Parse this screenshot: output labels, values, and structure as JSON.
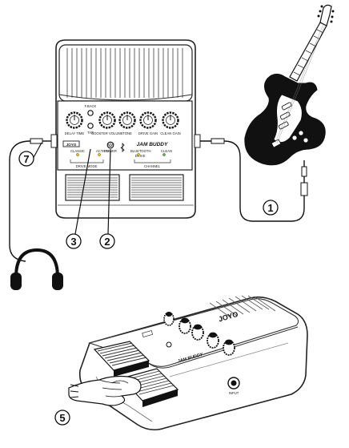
{
  "top_unit": {
    "brand": "JOYO",
    "model": "JAM BUDDY",
    "knobs": [
      "DELAY TIME",
      "BOOSTER VOLUME",
      "TONE",
      "DRIVE GAIN",
      "CLEAN GAIN"
    ],
    "tap_label": "TAP",
    "fback_label": "F.BACK",
    "power_label": "POWER",
    "bluetooth_label": "BLUETOOTH",
    "action_label": "ACTION",
    "drive_label": "DRIVE",
    "classic_label": "CLASSIC",
    "drive_mode_label": "DRIVE MODE",
    "clean_label": "CLEAN",
    "channel_label": "CHANNEL"
  },
  "bottom_unit": {
    "brand": "JOYO",
    "model": "JAM BUDDY",
    "input_label": "INPUT"
  },
  "callouts": {
    "c1": "1",
    "c2": "2",
    "c3": "3",
    "c5": "5",
    "c7": "7"
  }
}
